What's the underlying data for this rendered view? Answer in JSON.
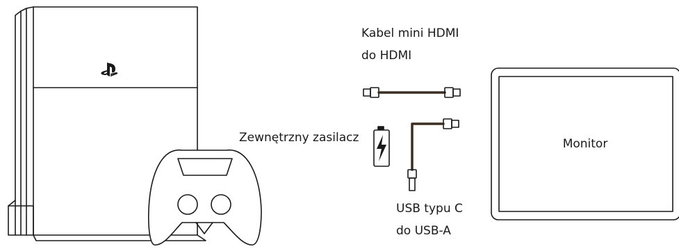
{
  "labels": {
    "hdmi_cable_line1": "Kabel mini HDMI",
    "hdmi_cable_line2": "do HDMI",
    "usb_cable_line1": "USB typu C",
    "usb_cable_line2": "do USB-A",
    "power_supply": "Zewnętrzny zasilacz",
    "monitor": "Monitor"
  },
  "icons": {
    "console": "game-console-icon",
    "console_logo": "playstation-logo-icon",
    "controller": "gamepad-icon",
    "power": "battery-bolt-icon",
    "hdmi_cable": "hdmi-cable-icon",
    "usb_cable": "usb-cable-icon",
    "monitor": "portable-monitor-icon"
  },
  "colors": {
    "stroke": "#1a1a1a",
    "cable": "#3a2e22",
    "background": "#ffffff"
  }
}
